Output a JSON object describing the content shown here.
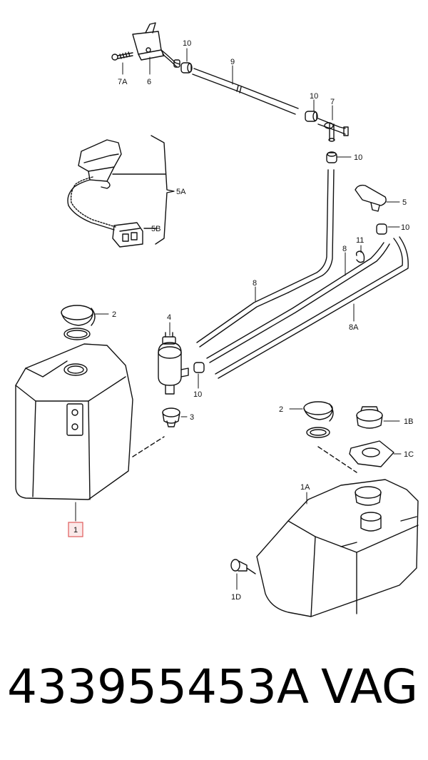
{
  "labels": {
    "l_7A": "7A",
    "l_6": "6",
    "l_10a": "10",
    "l_9": "9",
    "l_10b": "10",
    "l_7": "7",
    "l_10c": "10",
    "l_5A": "5A",
    "l_5B": "5B",
    "l_5": "5",
    "l_10d": "10",
    "l_11": "11",
    "l_8a": "8",
    "l_8b": "8",
    "l_8A": "8A",
    "l_2a": "2",
    "l_4": "4",
    "l_10e": "10",
    "l_3": "3",
    "l_1": "1",
    "l_2b": "2",
    "l_1B": "1B",
    "l_1C": "1C",
    "l_1A": "1A",
    "l_1D": "1D"
  },
  "footer": {
    "part_number": "433955453A",
    "brand": "VAG"
  },
  "colors": {
    "line": "#111111",
    "highlight": "#e05a5a"
  }
}
